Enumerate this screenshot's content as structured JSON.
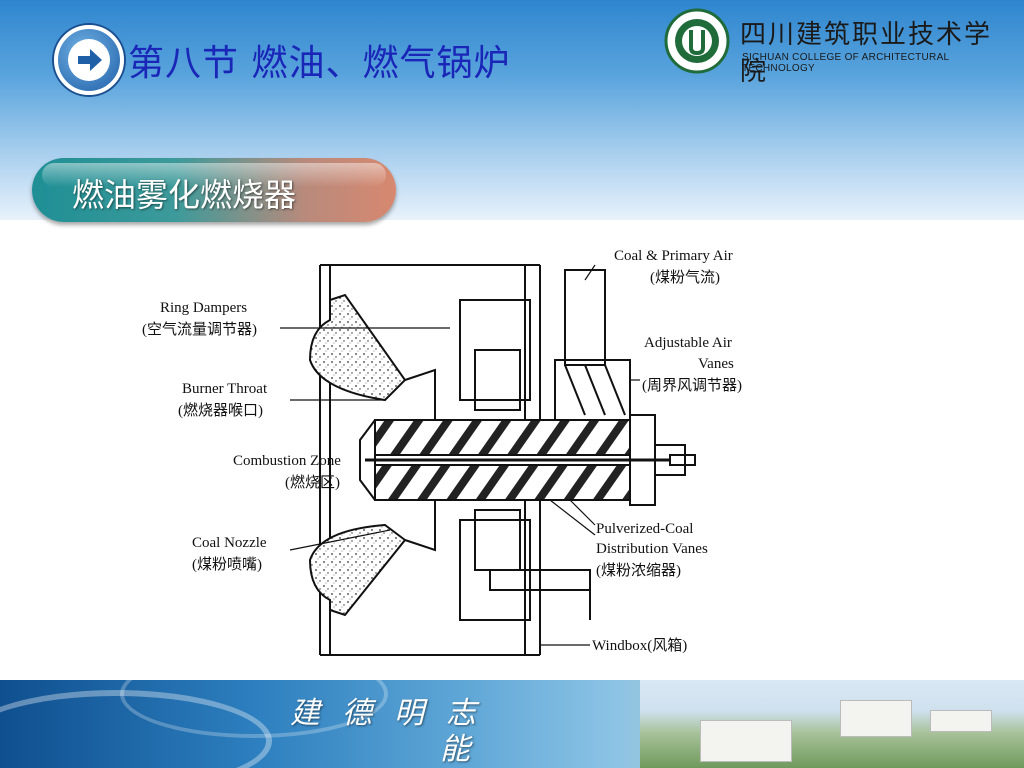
{
  "header": {
    "title": "第八节 燃油、燃气锅炉",
    "college_name_cn": "四川建筑职业技术学院",
    "college_name_en": "SICHUAN COLLEGE OF ARCHITECTURAL TECHNOLOGY"
  },
  "section": {
    "title": "燃油雾化燃烧器"
  },
  "diagram": {
    "labels": {
      "coal_primary_air": "Coal & Primary Air",
      "coal_primary_air_cn": "(煤粉气流)",
      "ring_dampers": "Ring Dampers",
      "ring_dampers_cn": "(空气流量调节器)",
      "adjustable_air_vanes_1": "Adjustable Air",
      "adjustable_air_vanes_2": "Vanes",
      "adjustable_air_vanes_cn": "(周界风调节器)",
      "burner_throat": "Burner Throat",
      "burner_throat_cn": "(燃烧器喉口)",
      "combustion_zone": "Combustion Zone",
      "combustion_zone_cn": "(燃烧区)",
      "coal_nozzle": "Coal Nozzle",
      "coal_nozzle_cn": "(煤粉喷嘴)",
      "distribution_vanes_1": "Pulverized-Coal",
      "distribution_vanes_2": "Distribution Vanes",
      "distribution_vanes_cn": "(煤粉浓缩器)",
      "windbox": "Windbox(风箱)"
    }
  },
  "footer": {
    "motto_line1": "建德明志",
    "motto_line2": "能"
  },
  "colors": {
    "title": "#1a26b8",
    "header_blue": "#2f86cf",
    "pill_teal": "#1e8f95",
    "pill_salmon": "#d7886f"
  },
  "icons": [
    "arrow-right-icon",
    "college-seal-icon"
  ]
}
